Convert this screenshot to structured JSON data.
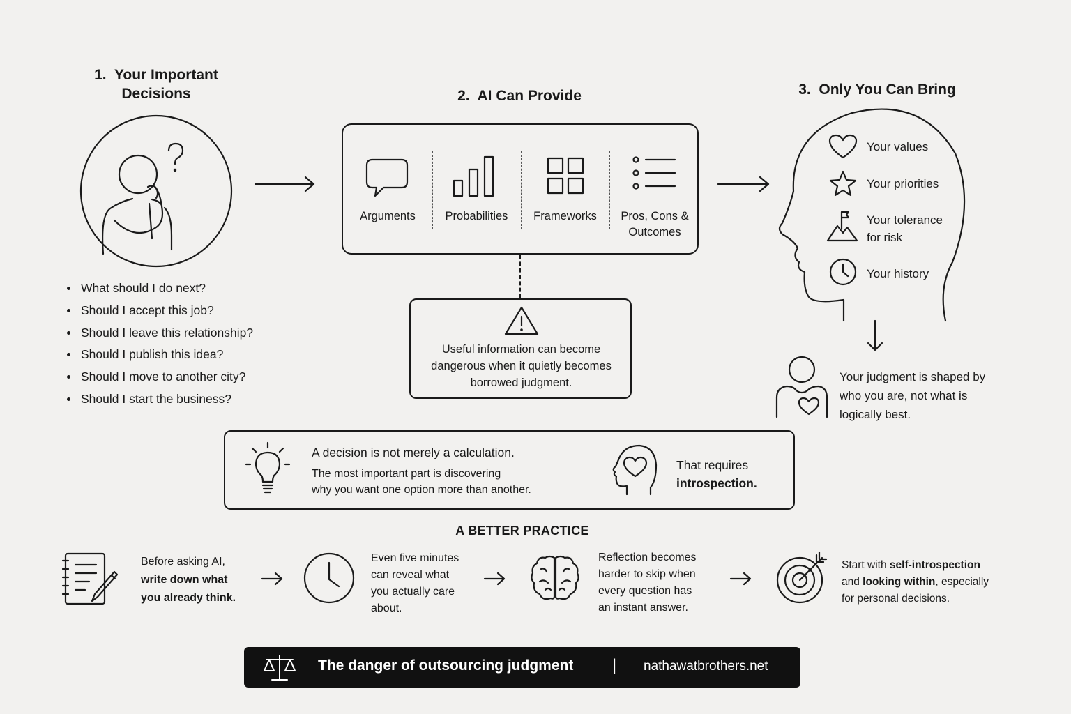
{
  "section1": {
    "number": "1.",
    "title_line1": "Your Important",
    "title_line2": "Decisions",
    "questions": [
      "What should I do next?",
      "Should I accept this job?",
      "Should I leave this relationship?",
      "Should I publish this idea?",
      "Should I move to another city?",
      "Should I start the business?"
    ]
  },
  "section2": {
    "number": "2.",
    "title": "AI Can Provide",
    "items": [
      {
        "label": "Arguments",
        "icon": "speech-bubble-icon"
      },
      {
        "label": "Probabilities",
        "icon": "bar-chart-icon"
      },
      {
        "label": "Frameworks",
        "icon": "grid-icon"
      },
      {
        "label_line1": "Pros, Cons &",
        "label_line2": "Outcomes",
        "icon": "list-icon"
      }
    ],
    "warning": {
      "icon": "warning-icon",
      "line1": "Useful information can become",
      "line2": "dangerous when it quietly becomes",
      "line3": "borrowed judgment."
    }
  },
  "section3": {
    "number": "3.",
    "title": "Only You Can Bring",
    "items": [
      {
        "label": "Your values",
        "icon": "heart-icon"
      },
      {
        "label": "Your priorities",
        "icon": "star-icon"
      },
      {
        "label_line1": "Your tolerance",
        "label_line2": "for risk",
        "icon": "mountain-flag-icon"
      },
      {
        "label": "Your history",
        "icon": "clock-icon"
      }
    ],
    "judgment": {
      "line1": "Your judgment is shaped by",
      "line2": "who you are, not what is",
      "line3": "logically best."
    }
  },
  "insight": {
    "headline": "A decision is not merely a calculation.",
    "line1": "The most important part is discovering",
    "line2": "why you want one option more than another.",
    "requires": "That requires",
    "requires_bold": "introspection."
  },
  "practice": {
    "heading": "A BETTER PRACTICE",
    "steps": [
      {
        "icon": "notepad-pencil-icon",
        "lines": [
          "Before asking AI,"
        ],
        "bold_lines": [
          "write down what",
          "you already think."
        ]
      },
      {
        "icon": "clock-icon",
        "lines": [
          "Even five minutes",
          "can reveal what",
          "you actually care",
          "about."
        ]
      },
      {
        "icon": "brain-icon",
        "lines": [
          "Reflection becomes",
          "harder to skip when",
          "every question has",
          "an instant answer."
        ]
      },
      {
        "icon": "target-icon",
        "l1_pre": "Start with ",
        "l1_bold": "self-introspection",
        "l2_pre": "and ",
        "l2_bold": "looking within",
        "l2_post": ", especially",
        "l3": "for personal decisions."
      }
    ]
  },
  "footer": {
    "icon": "scales-icon",
    "title": "The danger of outsourcing judgment",
    "separator": "|",
    "site": "nathawatbrothers.net"
  }
}
